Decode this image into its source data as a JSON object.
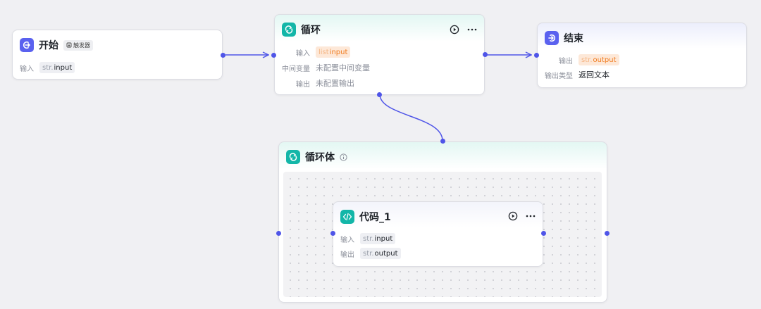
{
  "nodes": {
    "start": {
      "title": "开始",
      "trigger_label": "触发器",
      "input_label": "输入",
      "input_type": "str.",
      "input_name": "input"
    },
    "loop": {
      "title": "循环",
      "input_label": "输入",
      "input_type": "list",
      "input_name": "input",
      "mid_label": "中间变量",
      "mid_value": "未配置中间变量",
      "output_label": "输出",
      "output_value": "未配置输出"
    },
    "end": {
      "title": "结束",
      "output_label": "输出",
      "output_type": "str.",
      "output_name": "output",
      "output_kind_label": "输出类型",
      "output_kind_value": "返回文本"
    },
    "loop_body": {
      "title": "循环体"
    },
    "code": {
      "title": "代码_1",
      "input_label": "输入",
      "input_type": "str.",
      "input_name": "input",
      "output_label": "输出",
      "output_type": "str.",
      "output_name": "output"
    }
  },
  "colors": {
    "accent": "#4f55e8",
    "icon_purple": "#5a61ef",
    "icon_teal": "#13b6a8",
    "tag_orange": "#f07c1f"
  },
  "icons": {
    "start": "login-arrow-icon",
    "loop": "loop-arrows-icon",
    "end": "exit-arrow-icon",
    "loop_body": "loop-arrows-icon",
    "code": "code-brackets-icon",
    "run": "play-circle-icon",
    "more": "more-dots-icon",
    "info": "info-circle-icon"
  }
}
